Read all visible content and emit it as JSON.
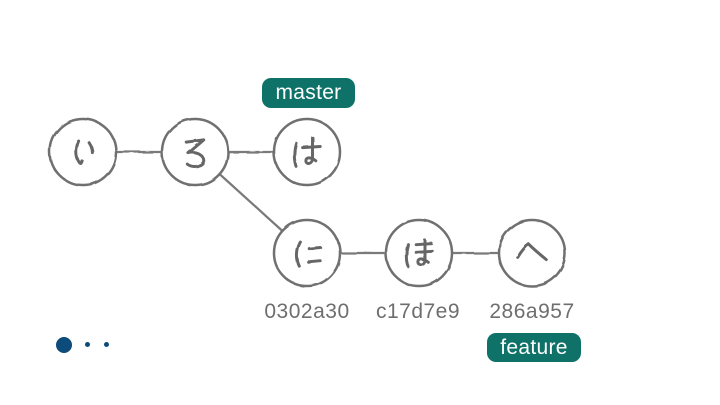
{
  "diagram": {
    "type": "git-commit-graph",
    "branches": [
      {
        "name": "master"
      },
      {
        "name": "feature"
      }
    ],
    "commits": [
      {
        "label": "い"
      },
      {
        "label": "ろ"
      },
      {
        "label": "は",
        "branch_tag": "master"
      },
      {
        "label": "に",
        "hash": "0302a30"
      },
      {
        "label": "ほ",
        "hash": "c17d7e9"
      },
      {
        "label": "へ",
        "hash": "286a957",
        "branch_tag": "feature"
      }
    ],
    "edges": [
      [
        "い",
        "ろ"
      ],
      [
        "ろ",
        "は"
      ],
      [
        "ろ",
        "に"
      ],
      [
        "に",
        "ほ"
      ],
      [
        "ほ",
        "へ"
      ]
    ]
  },
  "progress_dots": {
    "count": 3,
    "styles": [
      "large",
      "small",
      "small"
    ],
    "color": "#0d4b7a"
  },
  "colors": {
    "badge_background": "#0f7268",
    "badge_text": "#ffffff",
    "node_stroke": "#6f6f6f",
    "glyph": "#666666",
    "hash_text": "#6e6e6e",
    "background": "#ffffff"
  }
}
